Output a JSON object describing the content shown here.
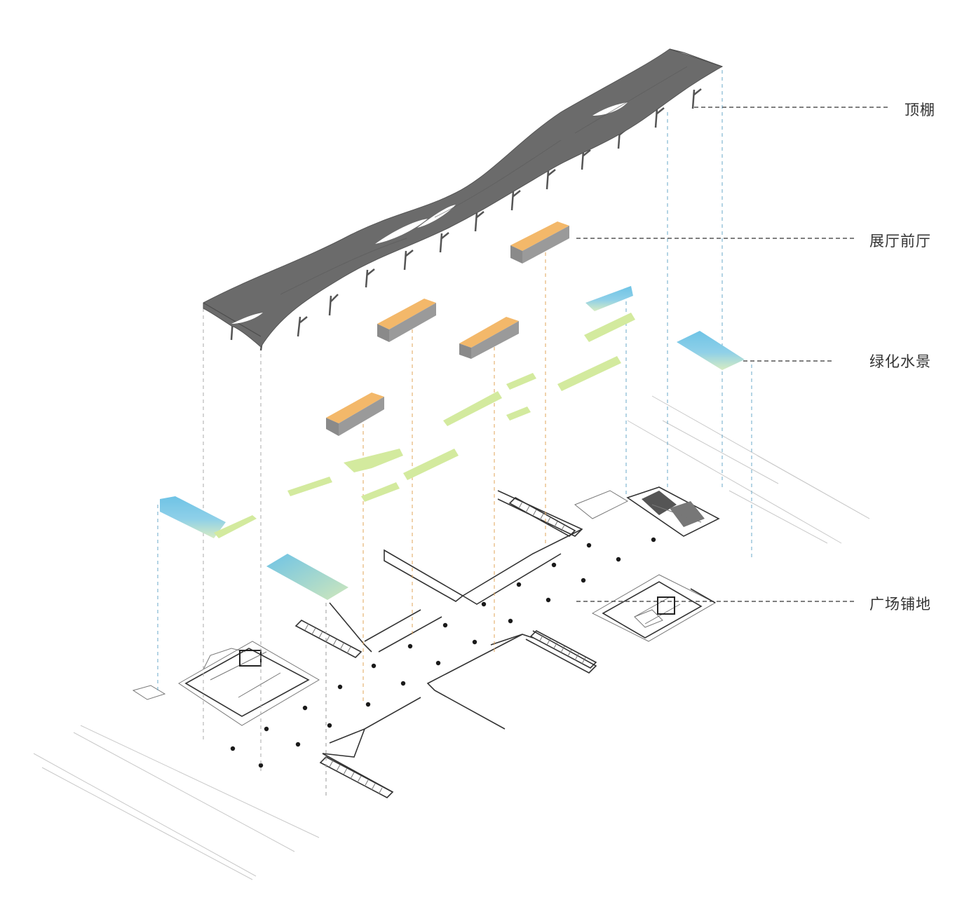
{
  "layers": [
    {
      "id": "canopy",
      "label": "顶棚"
    },
    {
      "id": "lobby",
      "label": "展厅前厅"
    },
    {
      "id": "green",
      "label": "绿化水景"
    },
    {
      "id": "paving",
      "label": "广场铺地"
    }
  ],
  "colors": {
    "canopy": "#6b6b6b",
    "canopy_edge": "#555555",
    "lobby_top": "#f3b86a",
    "lobby_side": "#8a8a8a",
    "water_top": "#6ec3e6",
    "water_bottom": "#d7ecc2",
    "greenery": "#d3ea9e",
    "dot": "#1a1a1a"
  }
}
